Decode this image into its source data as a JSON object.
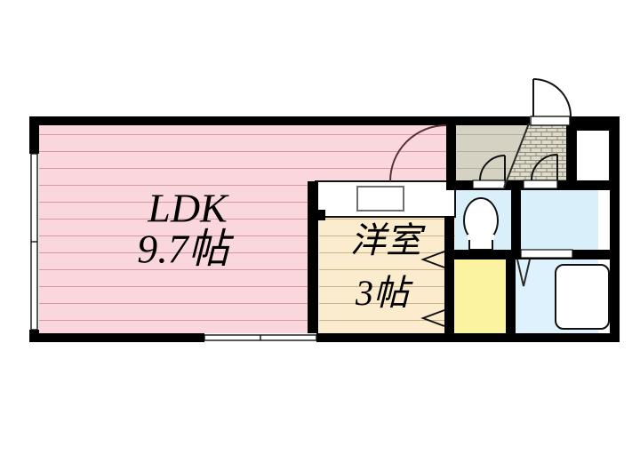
{
  "document": {
    "type": "floor-plan",
    "title": "間取り図",
    "orientation": "landscape"
  },
  "rooms": [
    {
      "id": "ldk",
      "name_label": "LDK",
      "size_label": "9.7帖",
      "fill": "#fad7dc",
      "hatch": "horizontal-lines",
      "hatch_color": "#d89aa3"
    },
    {
      "id": "washitsu",
      "name_label": "洋室",
      "size_label": "3帖",
      "fill": "#fbeccd",
      "hatch": "horizontal-lines",
      "hatch_color": "#cdb48c"
    },
    {
      "id": "entry-hall",
      "name_label": "",
      "size_label": "",
      "fill": "#d5d2c4",
      "hatch": "horizontal-lines",
      "hatch_color": "#b3b0a0"
    },
    {
      "id": "genkan-tile",
      "name_label": "",
      "size_label": "",
      "fill": "#ddd9cb",
      "hatch": "brick-tile",
      "hatch_color": "#8e8a78"
    },
    {
      "id": "toilet",
      "name_label": "",
      "size_label": "",
      "fill": "#d9f0fb",
      "hatch": "none",
      "hatch_color": ""
    },
    {
      "id": "washroom",
      "name_label": "",
      "size_label": "",
      "fill": "#d9f0fb",
      "hatch": "none",
      "hatch_color": ""
    },
    {
      "id": "bathroom",
      "name_label": "",
      "size_label": "",
      "fill": "#ddf2fc",
      "hatch": "none",
      "hatch_color": ""
    },
    {
      "id": "closet",
      "name_label": "",
      "size_label": "",
      "fill": "#fbf3a0",
      "hatch": "none",
      "hatch_color": ""
    }
  ],
  "fixtures": [
    {
      "id": "kitchen-counter",
      "label": "",
      "fill": "#ffffff",
      "stroke": "#111111"
    },
    {
      "id": "kitchen-sink",
      "label": "",
      "fill": "#ffffff",
      "stroke": "#777777"
    },
    {
      "id": "toilet-bowl",
      "label": "",
      "fill": "#ffffff",
      "stroke": "#111111"
    },
    {
      "id": "bathtub",
      "label": "",
      "fill": "#ffffff",
      "stroke": "#111111"
    },
    {
      "id": "shoe-cabinet",
      "label": "",
      "fill": "#ffffff",
      "stroke": "#111111"
    }
  ],
  "openings": [
    {
      "id": "entrance-door",
      "type": "swing-door"
    },
    {
      "id": "kitchen-door",
      "type": "swing-door"
    },
    {
      "id": "toilet-door",
      "type": "swing-door"
    },
    {
      "id": "washroom-door",
      "type": "swing-door"
    },
    {
      "id": "washitsu-sliding-upper",
      "type": "sliding-arrow"
    },
    {
      "id": "washitsu-sliding-lower",
      "type": "sliding-arrow"
    },
    {
      "id": "bathroom-folding-door",
      "type": "folding-door"
    },
    {
      "id": "balcony-window-west",
      "type": "window"
    },
    {
      "id": "living-window-south",
      "type": "window"
    }
  ],
  "colors": {
    "wall": "#000000",
    "background": "#ffffff",
    "ldk_fill": "#fad7dc",
    "washitsu_fill": "#fbeccd",
    "water_fill": "#d9f0fb",
    "closet_fill": "#fbf3a0",
    "hall_fill": "#d5d2c4",
    "tile_fill": "#ddd9cb"
  },
  "labels": {
    "ldk_name": "LDK",
    "ldk_size": "9.7帖",
    "washitsu_name": "洋室",
    "washitsu_size": "3帖"
  }
}
